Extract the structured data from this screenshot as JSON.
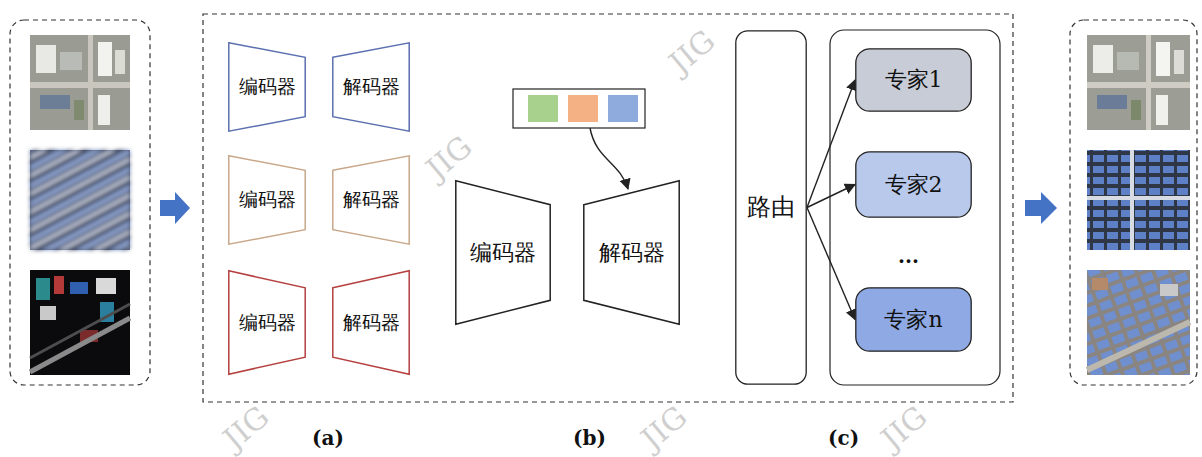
{
  "diagram": {
    "nodes": [
      {
        "text": [
          "编码器"
        ]
      },
      {
        "text": [
          "解码器"
        ]
      },
      {
        "text": [
          "编码器"
        ]
      },
      {
        "text": [
          "解码器"
        ]
      },
      {
        "text": [
          "编码器"
        ]
      },
      {
        "text": [
          "解码器"
        ]
      },
      {
        "text": [
          "编码器"
        ]
      },
      {
        "text": [
          "解码器"
        ]
      },
      {
        "text": [
          "路由"
        ]
      },
      {
        "text": [
          "专家1"
        ]
      },
      {
        "text": [
          "专家2"
        ]
      },
      {
        "text": [
          "专家n"
        ]
      }
    ],
    "edges": [
      {
        "from": 8,
        "to": 9,
        "arrow": "to"
      },
      {
        "from": 8,
        "to": 10,
        "arrow": "to"
      },
      {
        "from": 8,
        "to": 11,
        "arrow": "to"
      }
    ],
    "labels": [
      "...",
      "(a)",
      "(b)",
      "(c)",
      "JIG",
      "JIG",
      "JIG",
      "JIG",
      "JIG"
    ]
  }
}
